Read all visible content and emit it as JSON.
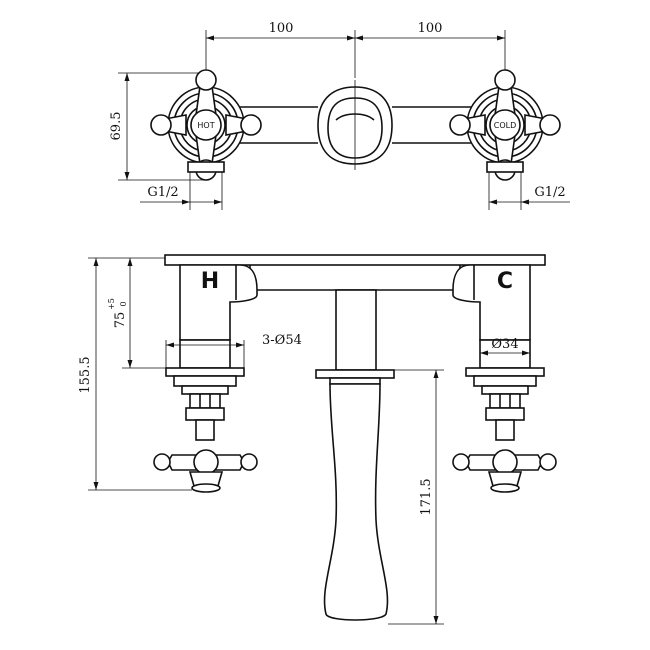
{
  "top_view": {
    "dim_left_spacing": "100",
    "dim_right_spacing": "100",
    "dim_height": "69.5",
    "label_hot": "HOT",
    "label_cold": "COLD",
    "thread_left": "G1/2",
    "thread_right": "G1/2"
  },
  "front_view": {
    "letter_hot": "H",
    "letter_cold": "C",
    "dim_adjust": "75",
    "dim_adjust_tol_upper": "+5",
    "dim_adjust_tol_lower": "0",
    "dim_rosette": "3-Ø54",
    "dim_body": "Ø34",
    "dim_total_height": "155.5",
    "dim_spout": "171.5"
  }
}
